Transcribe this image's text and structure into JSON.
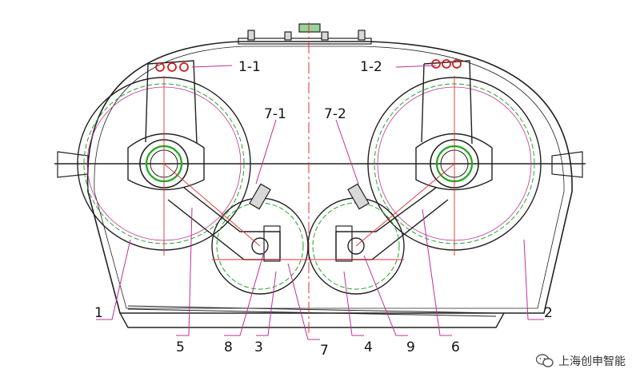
{
  "labels": {
    "l1": "1",
    "l2": "2",
    "l3": "3",
    "l4": "4",
    "l5": "5",
    "l6": "6",
    "l7": "7",
    "l8": "8",
    "l9": "9",
    "l11": "1-1",
    "l12": "1-2",
    "l71": "7-1",
    "l72": "7-2"
  },
  "watermark": {
    "text": "上海创申智能",
    "icon": "wechat-icon"
  },
  "colors": {
    "outline": "#222222",
    "centerline": "#e03030",
    "wheel_green": "#22a822",
    "leader_magenta": "#c0309a",
    "bolt_red": "#d02020"
  }
}
